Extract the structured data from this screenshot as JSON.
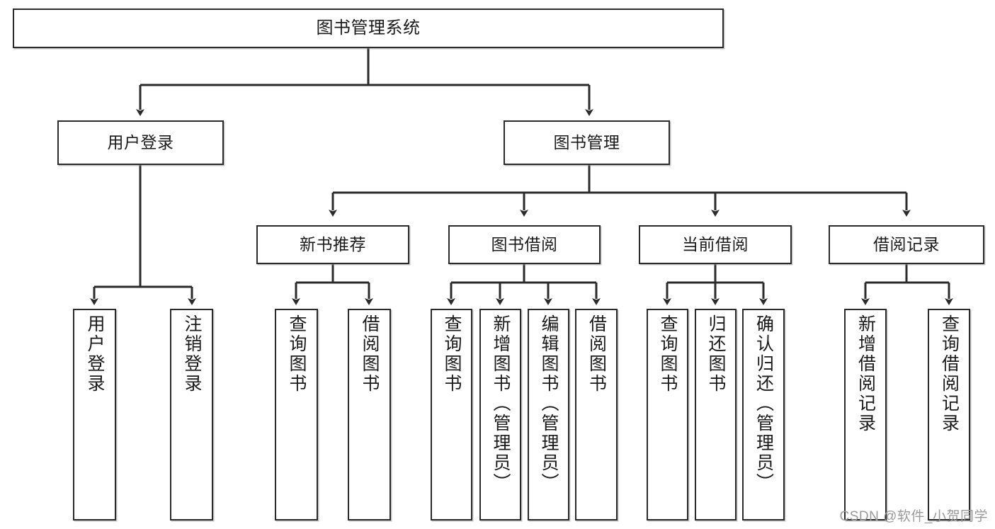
{
  "diagram": {
    "title": "图书管理系统",
    "type": "tree",
    "root": {
      "label": "图书管理系统"
    },
    "level2": [
      {
        "label": "用户登录"
      },
      {
        "label": "图书管理"
      }
    ],
    "level3": [
      {
        "label": "新书推荐"
      },
      {
        "label": "图书借阅"
      },
      {
        "label": "当前借阅"
      },
      {
        "label": "借阅记录"
      }
    ],
    "leaves": {
      "user_login": [
        {
          "label": "用户登录"
        },
        {
          "label": "注销登录"
        }
      ],
      "new_book": [
        {
          "label": "查询图书"
        },
        {
          "label": "借阅图书"
        }
      ],
      "book_borrow": [
        {
          "label": "查询图书"
        },
        {
          "label": "新增图书（管理员）"
        },
        {
          "label": "编辑图书（管理员）"
        },
        {
          "label": "借阅图书"
        }
      ],
      "current_borrow": [
        {
          "label": "查询图书"
        },
        {
          "label": "归还图书"
        },
        {
          "label": "确认归还（管理员）"
        }
      ],
      "borrow_record": [
        {
          "label": "新增借阅记录"
        },
        {
          "label": "查询借阅记录"
        }
      ]
    }
  },
  "watermark": {
    "text": "CSDN @软件_小贺同学"
  },
  "colors": {
    "stroke": "#2b2b2b",
    "fill": "#ffffff",
    "text": "#1a1a1a",
    "watermark": "#9a9a9a"
  }
}
